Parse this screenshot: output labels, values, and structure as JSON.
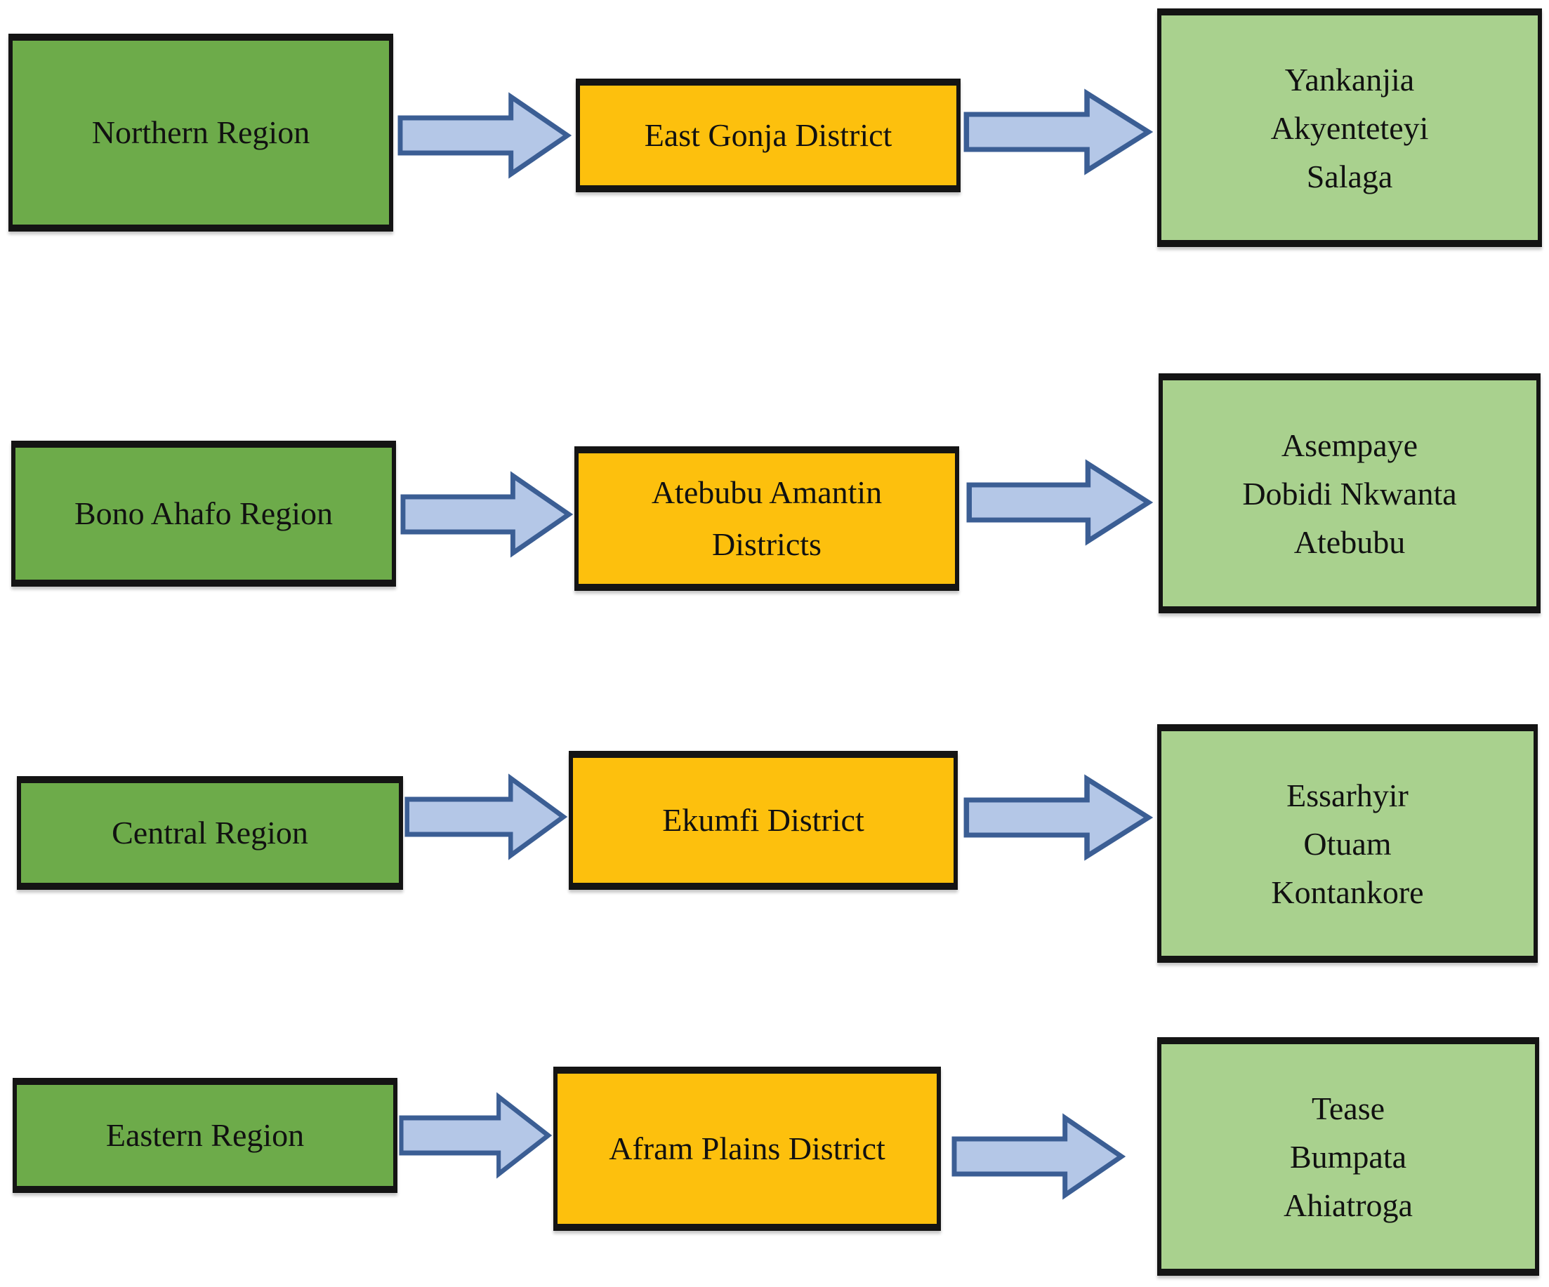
{
  "diagram": {
    "type": "flow-diagram",
    "background": "#ffffff",
    "colors": {
      "region_fill": "#6dab4a",
      "district_fill": "#fdc00d",
      "community_fill": "#a9d18e",
      "box_border": "#141414",
      "arrow_fill": "#b4c7e7",
      "arrow_outline": "#3b5e94",
      "text": "#111111"
    },
    "rows": [
      {
        "region": "Northern Region",
        "district": "East Gonja District",
        "communities": [
          "Yankanjia",
          "Akyenteteyi",
          "Salaga"
        ]
      },
      {
        "region": "Bono Ahafo Region",
        "district": "Atebubu Amantin Districts",
        "communities": [
          "Asempaye",
          "Dobidi Nkwanta",
          "Atebubu"
        ]
      },
      {
        "region": "Central Region",
        "district": "Ekumfi District",
        "communities": [
          "Essarhyir",
          "Otuam",
          "Kontankore"
        ]
      },
      {
        "region": "Eastern Region",
        "district": "Afram Plains District",
        "communities": [
          "Tease",
          "Bumpata",
          "Ahiatroga"
        ]
      }
    ]
  }
}
